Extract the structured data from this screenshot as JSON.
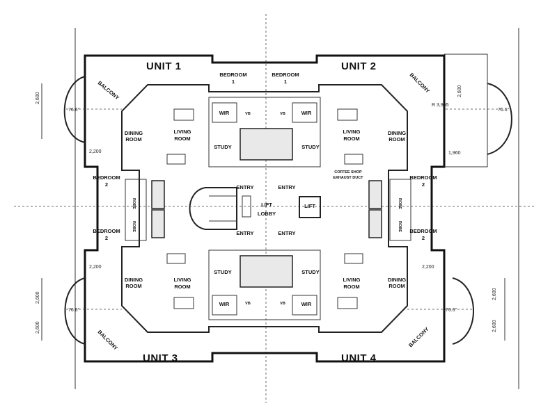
{
  "units": [
    "UNIT 1",
    "UNIT 2",
    "UNIT 3",
    "UNIT 4"
  ],
  "rooms": {
    "balcony": "BALCONY",
    "bedroom": "BEDROOM",
    "bedroom1_num": "1",
    "bedroom2_num": "2",
    "wir": "WIR",
    "vb": "VB",
    "study": "STUDY",
    "dining": "DINING",
    "dining_room": "ROOM",
    "living": "LIVING",
    "living_room": "ROOM",
    "robe": "ROBE",
    "entry": "ENTRY",
    "lift": "LIFT",
    "lobby": "LOBBY",
    "coffee_shop": "COFFEE SHOP",
    "exhaust_duct": "EXHAUST DUCT"
  },
  "dimensions": {
    "d2600": "2,600",
    "d2200": "2,200",
    "d1960": "1,960",
    "r3955": "R 3,955",
    "angle": "76.6°"
  }
}
